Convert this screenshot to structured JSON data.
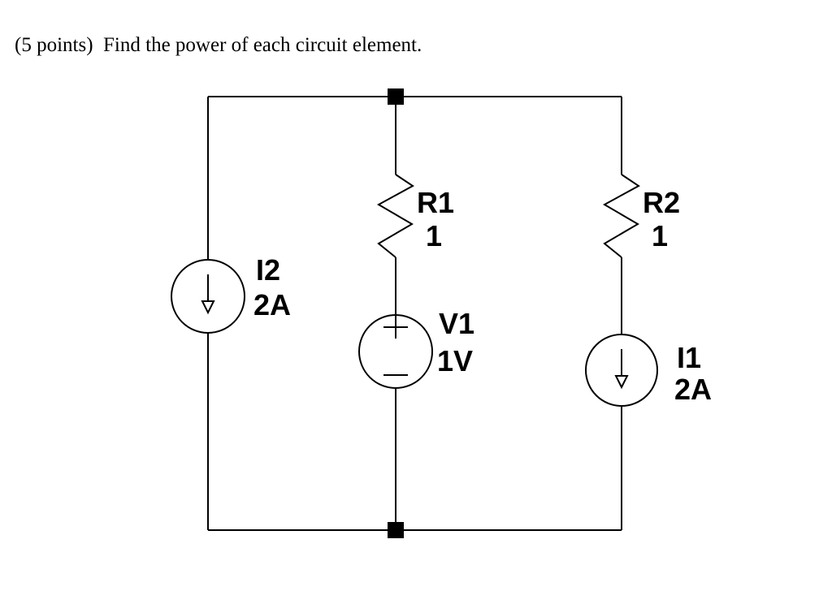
{
  "title": "(5 points)  Find the power of each circuit element.",
  "circuit": {
    "line_color": "#000000",
    "background_color": "#ffffff",
    "components": {
      "i2": {
        "label": "I2",
        "value": "2A",
        "type": "current-source",
        "arrow_direction": "down"
      },
      "r1": {
        "label": "R1",
        "value": "1",
        "type": "resistor"
      },
      "v1": {
        "label": "V1",
        "value": "1V",
        "type": "voltage-source",
        "polarity_top": "+",
        "polarity_bottom": "-"
      },
      "r2": {
        "label": "R2",
        "value": "1",
        "type": "resistor"
      },
      "i1": {
        "label": "I1",
        "value": "2A",
        "type": "current-source",
        "arrow_direction": "down"
      }
    }
  }
}
